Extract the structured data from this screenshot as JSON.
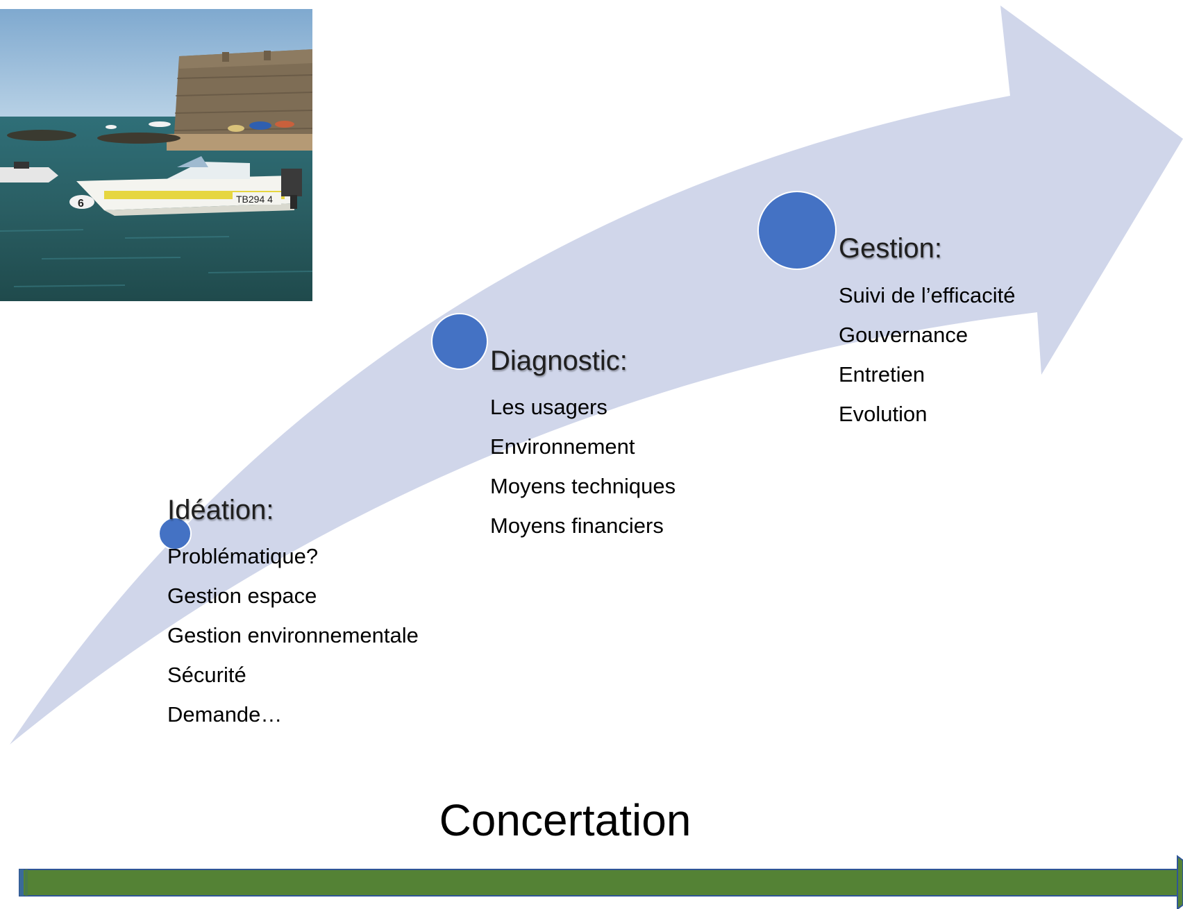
{
  "colors": {
    "arrow_fill": "#d0d6ea",
    "circle_fill": "#4472c4",
    "bar_fill": "#548235",
    "bar_stroke": "#2f5597"
  },
  "stages": [
    {
      "title": "Idéation:",
      "items": [
        "Problématique?",
        "Gestion espace",
        "Gestion environnementale",
        "Sécurité",
        "Demande…"
      ]
    },
    {
      "title": "Diagnostic:",
      "items": [
        "Les usagers",
        "Environnement",
        "Moyens techniques",
        "Moyens financiers"
      ]
    },
    {
      "title": "Gestion:",
      "items": [
        "Suivi de l’efficacité",
        "Gouvernance",
        "Entretien",
        "Evolution"
      ]
    }
  ],
  "concertation": {
    "label": "Concertation"
  },
  "photo": {
    "boat_registration": "TB294 4",
    "buoy_number": "6"
  }
}
